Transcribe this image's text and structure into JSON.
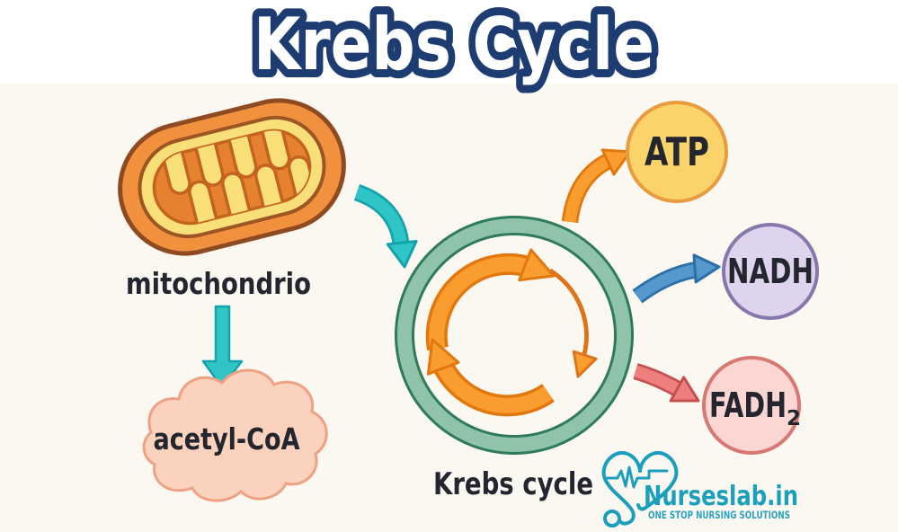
{
  "title": "Krebs Cycle",
  "mitochondrion": {
    "label": "mitochondrio"
  },
  "acetyl_coa": {
    "label": "acetyl-CoA"
  },
  "cycle": {
    "label": "Krebs cycle"
  },
  "outputs": {
    "atp": {
      "label": "ATP",
      "fill": "#FBD36B",
      "border": "#E89C3F",
      "arrow_color": "#F99D2F"
    },
    "nadh": {
      "label": "NADH",
      "fill": "#DFD4EE",
      "border": "#8877AC",
      "arrow_color": "#5598CE"
    },
    "fadh2": {
      "label": "FADH",
      "subscript": "2",
      "fill": "#FBD6D3",
      "border": "#D77873",
      "arrow_color": "#EF7F7F"
    }
  },
  "branding": {
    "name": "Nurseslab.in",
    "tagline": "ONE STOP NURSING SOLUTIONS",
    "color": "#1B9FBB"
  },
  "palette": {
    "title_fill": "#FFFFFF",
    "title_outline": "#1D3C72",
    "background": "#FBF8F2",
    "label_text": "#23262E",
    "teal_arrow": "#2FC4C6",
    "teal_arrow_outline": "#12A3AB",
    "cycle_ring_fill": "#8FC4A9",
    "cycle_ring_border": "#2F7B58",
    "cycle_arrow": "#F99D2F",
    "cycle_arrow_outline": "#E2770D",
    "cycle_thin_arrow": "#DE7419",
    "mitochondrion_outer": "#F2913D",
    "mitochondrion_outline": "#8E4A21",
    "mitochondrion_membrane": "#F8DF77",
    "mitochondrion_matrix": "#E5812F",
    "mitochondrion_cristae_outline": "#C2641F",
    "acetyl_cloud_fill": "#FAD2BE",
    "acetyl_cloud_border": "#EFA183"
  }
}
